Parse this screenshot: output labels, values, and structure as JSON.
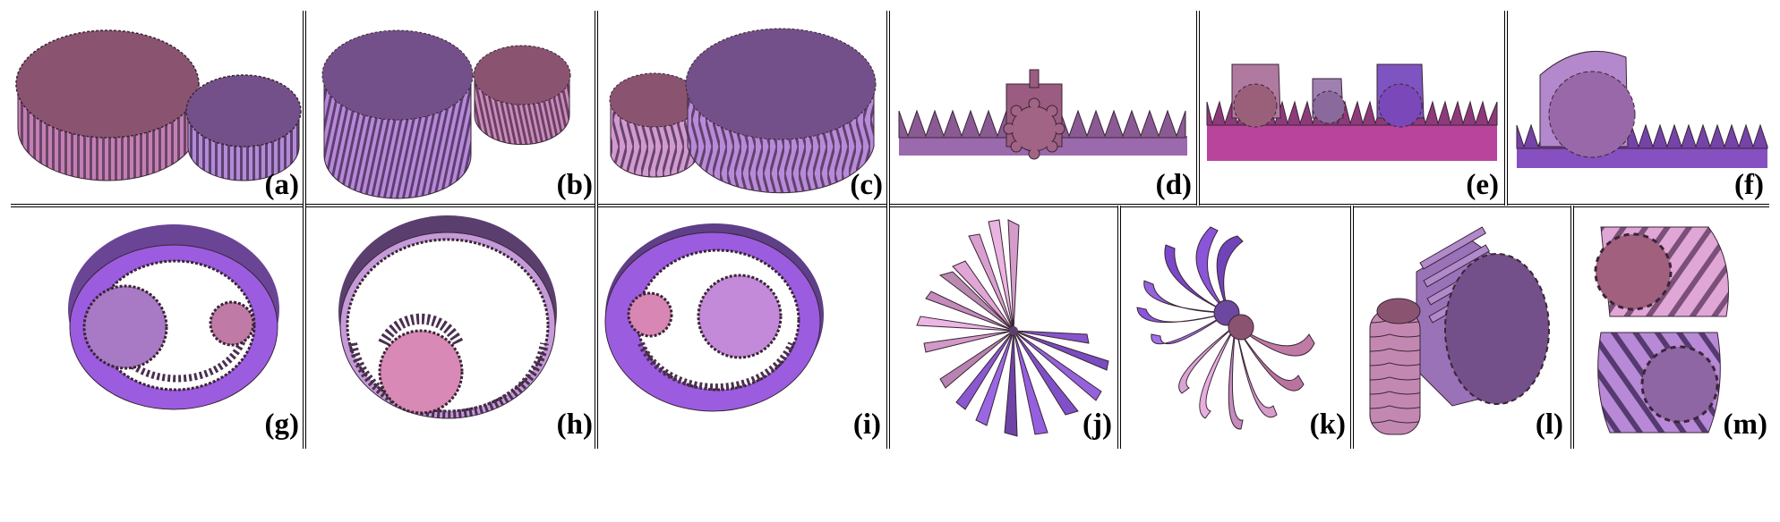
{
  "figure": {
    "panels_top": [
      {
        "id": "a",
        "label": "(a)",
        "subject": "spur gear pair"
      },
      {
        "id": "b",
        "label": "(b)",
        "subject": "helical gear pair"
      },
      {
        "id": "c",
        "label": "(c)",
        "subject": "herringbone gear pair"
      },
      {
        "id": "d",
        "label": "(d)",
        "subject": "spur rack and pinion"
      },
      {
        "id": "e",
        "label": "(e)",
        "subject": "helical rack with three pinions"
      },
      {
        "id": "f",
        "label": "(f)",
        "subject": "herringbone rack and pinion"
      }
    ],
    "panels_bottom": [
      {
        "id": "g",
        "label": "(g)",
        "subject": "internal spur planetary gear"
      },
      {
        "id": "h",
        "label": "(h)",
        "subject": "internal helical gear"
      },
      {
        "id": "i",
        "label": "(i)",
        "subject": "internal herringbone gear set"
      },
      {
        "id": "j",
        "label": "(j)",
        "subject": "straight bevel gear pair"
      },
      {
        "id": "k",
        "label": "(k)",
        "subject": "spiral bevel gear pair"
      },
      {
        "id": "l",
        "label": "(l)",
        "subject": "worm and worm wheel"
      },
      {
        "id": "m",
        "label": "(m)",
        "subject": "crossed helical gears"
      }
    ],
    "colors": {
      "mauve": "#8a5470",
      "violet": "#74508a",
      "pink_light": "#d7a0cf",
      "lavender": "#b07fc8",
      "purple_bright": "#9b5ce0",
      "magenta_rack": "#b8449c",
      "purple_rack": "#8650c0",
      "pink_face": "#cf86b3",
      "dark_tooth": "#4a3050"
    }
  }
}
